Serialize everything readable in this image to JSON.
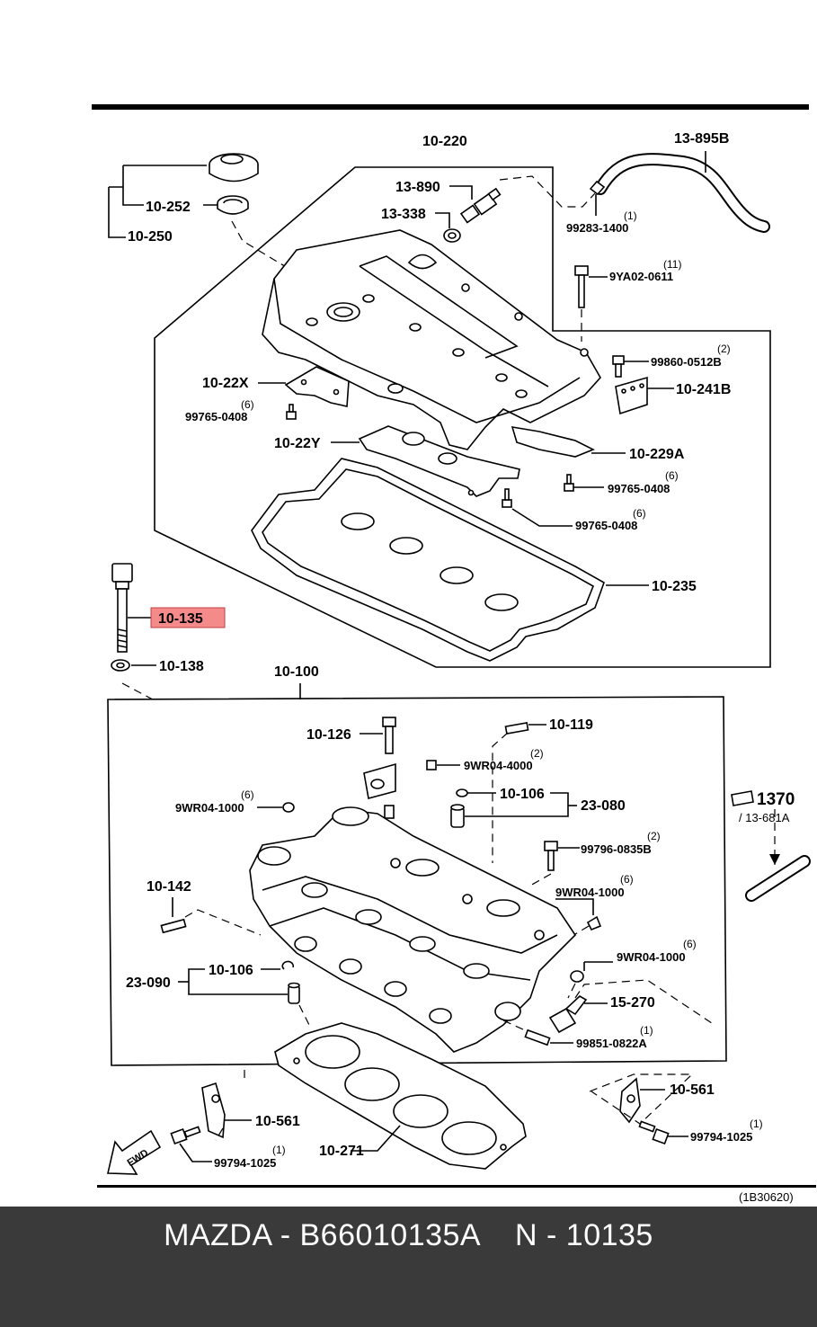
{
  "diagram": {
    "labels": {
      "p10220": "10-220",
      "p13895b": "13-895B",
      "p13890": "13-890",
      "p13338": "13-338",
      "p99283": "99283-1400",
      "q99283": "(1)",
      "p10252": "10-252",
      "p10250": "10-250",
      "p9ya02": "9YA02-0611",
      "q9ya02": "(11)",
      "p99860": "99860-0512B",
      "q99860": "(2)",
      "p10241b": "10-241B",
      "p1022x": "10-22X",
      "p99765a": "99765-0408",
      "q99765a": "(6)",
      "p1022y": "10-22Y",
      "p10229a": "10-229A",
      "p99765b": "99765-0408",
      "q99765b": "(6)",
      "p99765c": "99765-0408",
      "q99765c": "(6)",
      "p10235": "10-235",
      "p10135": "10-135",
      "p10138": "10-138",
      "p10100": "10-100",
      "p10126": "10-126",
      "p10119": "10-119",
      "p9wr04_4000": "9WR04-4000",
      "q9wr04_4000": "(2)",
      "p9wr04_1000a": "9WR04-1000",
      "q9wr04_1000a": "(6)",
      "p10106a": "10-106",
      "p23080": "23-080",
      "p1370": "1370",
      "p13681a": "/ 13-681A",
      "p99796": "99796-0835B",
      "q99796": "(2)",
      "p9wr04_1000b": "9WR04-1000",
      "q9wr04_1000b": "(6)",
      "p10142": "10-142",
      "p9wr04_1000c": "9WR04-1000",
      "q9wr04_1000c": "(6)",
      "p23090": "23-090",
      "p10106b": "10-106",
      "p15270": "15-270",
      "p99851": "99851-0822A",
      "q99851": "(1)",
      "p10561a": "10-561",
      "p10561b": "10-561",
      "p10271": "10-271",
      "p99794a": "99794-1025",
      "q99794a": "(1)",
      "p99794b": "99794-1025",
      "q99794b": "(1)",
      "fwd": "FWD",
      "code": "(1B30620)"
    },
    "highlight_color": "#f48a8a"
  },
  "footer": {
    "text": "MAZDA - B66010135A    N - 10135"
  }
}
